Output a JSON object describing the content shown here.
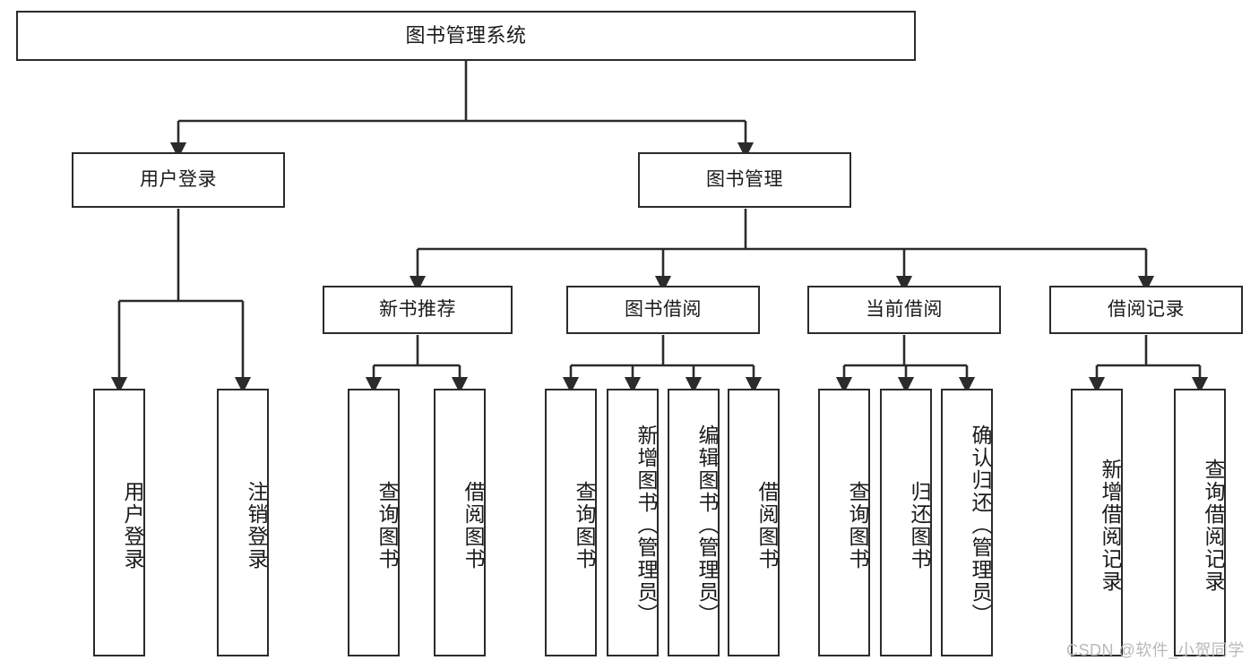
{
  "diagram": {
    "title": "图书管理系统",
    "type": "tree-hierarchy",
    "watermark": "CSDN @软件_小贺同学",
    "colors": {
      "border": "#2b2b2b",
      "background": "#ffffff",
      "text": "#1a1a1a",
      "watermark": "#b9b9b9"
    },
    "nodes": {
      "root": {
        "label": "图书管理系统"
      },
      "level2": [
        {
          "label": "用户登录"
        },
        {
          "label": "图书管理"
        }
      ],
      "level3": [
        {
          "label": "新书推荐"
        },
        {
          "label": "图书借阅"
        },
        {
          "label": "当前借阅"
        },
        {
          "label": "借阅记录"
        }
      ],
      "leaves": {
        "user_login": [
          {
            "label": "用户登录"
          },
          {
            "label": "注销登录"
          }
        ],
        "new_book": [
          {
            "label": "查询图书"
          },
          {
            "label": "借阅图书"
          }
        ],
        "book_borrow": [
          {
            "label": "查询图书"
          },
          {
            "label": "新增图书（管理员）"
          },
          {
            "label": "编辑图书（管理员）"
          },
          {
            "label": "借阅图书"
          }
        ],
        "current_borrow": [
          {
            "label": "查询图书"
          },
          {
            "label": "归还图书"
          },
          {
            "label": "确认归还（管理员）"
          }
        ],
        "borrow_record": [
          {
            "label": "新增借阅记录"
          },
          {
            "label": "查询借阅记录"
          }
        ]
      }
    }
  }
}
